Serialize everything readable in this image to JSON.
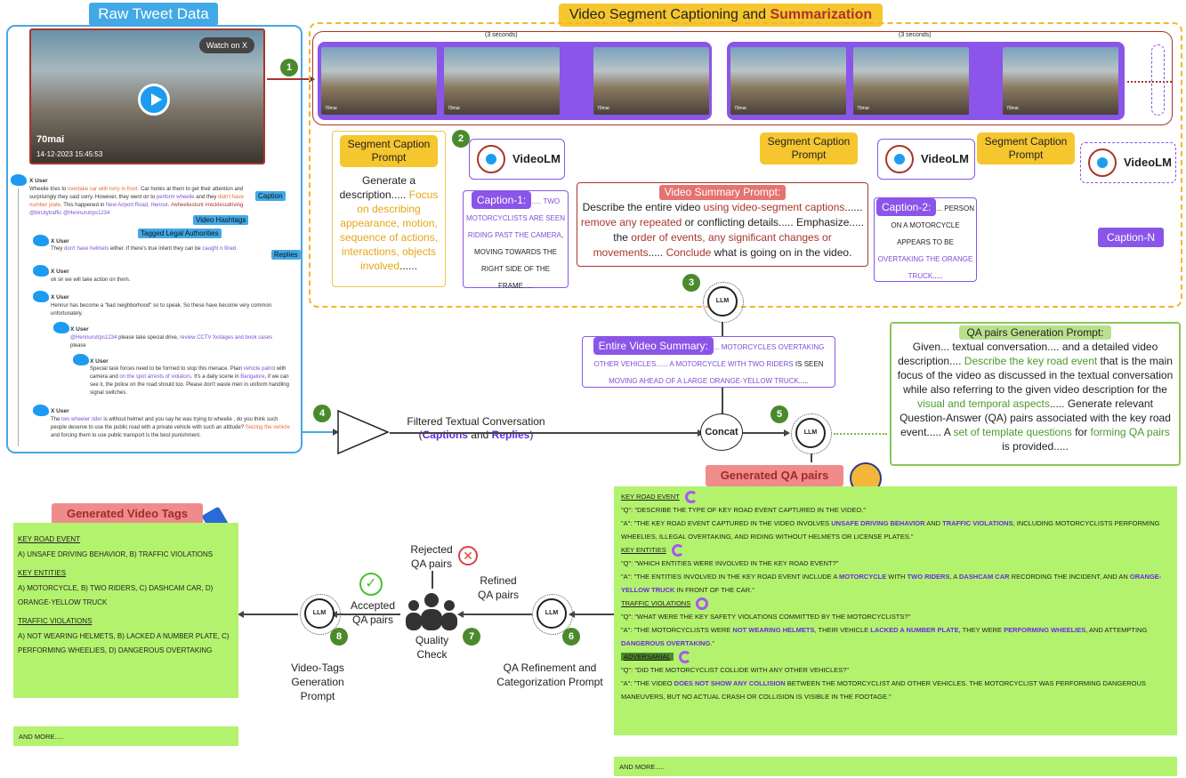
{
  "raw": {
    "title": "Raw Tweet Data",
    "watch": "Watch on X",
    "brand": "70mai",
    "stamp": "14-12-2023  15:45:53"
  },
  "tweets": {
    "u1": "X User",
    "t1a": "Wheelie tries to ",
    "t1b": "overtake car with lorry in front.",
    "t1c": " Car honks at them to get their attention and surprisingly they said sorry. However, they went on to ",
    "t1d": "perform wheelie",
    "t1e": " and they ",
    "t1f": "didn't have number plate.",
    "t1g": " This happened in ",
    "t1h": "New Airport Road, Hennur.",
    "t1i": " #wheeliestunt #recklessdriving",
    "t1j": "@blrcitytraffic @Hennurutrps1234",
    "u2": "X User",
    "t2a": "They ",
    "t2b": "don't have helmets",
    "t2c": " either. If there's true intent they can be ",
    "t2d": "caught n fined.",
    "u3": "X User",
    "t3": "ok sir we will take action on them.",
    "u4": "X User",
    "t4": "Hennur has become a \"bad neighborhood\" so to speak. So these have become very common unfortunately.",
    "u5": "X User",
    "t5a": "@Hennurutrps1234",
    "t5b": " please take special drive, ",
    "t5c": "review CCTV footages and book cases",
    "t5d": " please",
    "u6": "X User",
    "t6a": "Special task forces need to be formed to stop this menace. Plain ",
    "t6b": "vehicle patrol",
    "t6c": " with camera and ",
    "t6d": "on the spot arrests of violators.",
    "t6e": " It's a daily scene in ",
    "t6f": "Bangalore",
    "t6g": ", if we can see it, the police on the road should too. Please don't waste men in uniform handling signal switches.",
    "u7": "X User",
    "t7a": "The ",
    "t7b": "two wheeler rider",
    "t7c": " is without helmet and you say he was trying to wheelie , do you think such people deserve to use the public road with a private vehicle with such an attitude? ",
    "t7d": "Seizing the vehicle",
    "t7e": " and forcing them to use public transport is the best punishment."
  },
  "tags": {
    "caption": "Caption",
    "hashtags": "Video Hashtags",
    "legal": "Tagged Legal Authorities",
    "replies": "Replies"
  },
  "seg": {
    "title_a": "Video Segment Captioning and ",
    "title_b": "Summarization",
    "sec": "(3 seconds)"
  },
  "prompt1": {
    "h": "Segment Caption Prompt",
    "a": "Generate a description..... ",
    "b": "Focus on describing appearance, motion, sequence of actions, interactions, objects involved",
    "c": "......"
  },
  "prompt2": "Segment Caption Prompt",
  "prompt3": "Segment Caption Prompt",
  "vlm": "VideoLM",
  "cap1": {
    "h": "Caption-1:",
    "a": "..... Two motorcyclists are seen riding past the camera",
    "b": ", moving towards the right side of the frame....."
  },
  "cap2": {
    "h": "Caption-2:",
    "a": "... person on a motorcycle appears to be ",
    "b": "overtaking the orange truck",
    "c": "....."
  },
  "capN": "Caption-N",
  "vsp": {
    "h": "Video Summary Prompt:",
    "a": "Describe the entire video ",
    "b": "using video-segment captions",
    "c": "...... ",
    "d": "remove any repeated",
    "e": " or conflicting details..... Emphasize..... the ",
    "f": "order of events, any significant changes or movements",
    "g": "..... ",
    "h2": "Conclude",
    "i": " what is going on in the video."
  },
  "evs": {
    "h": "Entire Video Summary:",
    "a": "... motorcycles overtaking other vehicles...... a ",
    "b": "motorcycle with two riders",
    "c": " is seen ",
    "d": "moving ahead of a large orange-yellow truck",
    "e": "....."
  },
  "filter": {
    "a": "Filtered Textual Conversation",
    "b": "(",
    "c": "Captions",
    "d": " and ",
    "e": "Replies",
    "f": ")"
  },
  "concat": "Concat",
  "qaprompt": {
    "h": "QA pairs Generation Prompt:",
    "a": "Given... textual conversation.... and a detailed video description.... ",
    "b": "Describe the key road event",
    "c": " that is the main focus of the video as discussed in the textual conversation while also referring to the given video description for the ",
    "d": "visual and temporal aspects",
    "e": "..... Generate relevant Question-Answer (QA) pairs associated with the key road event..... A ",
    "f": "set of template questions",
    "g": " for ",
    "h2": "forming QA pairs",
    "i": " is provided....."
  },
  "qa": {
    "title": "Generated QA pairs",
    "s1": "Key Road Event",
    "q1": "\"Q\": \"Describe the type of key road event captured in the video.\"",
    "a1a": "\"A\": \"The key road event captured in the video involves ",
    "a1b": "unsafe driving behavior",
    "a1c": " and ",
    "a1d": "traffic violations",
    "a1e": ", including motorcyclists performing wheelies, illegal overtaking, and riding without helmets or license plates.\"",
    "s2": "Key Entities",
    "q2": "\"Q\": \"Which entities were involved in the key road event?\"",
    "a2a": "\"A\": \"The entities involved in the key road event include a ",
    "a2b": "motorcycle",
    "a2c": " with ",
    "a2d": "two riders",
    "a2e": ", a ",
    "a2f": "dashcam car",
    "a2g": " recording the incident, and an ",
    "a2h": "orange-yellow truck",
    "a2i": " in front of the car.\"",
    "s3": "Traffic Violations",
    "q3": "\"Q\": \"What were the key safety violations committed by the motorcyclists?\"",
    "a3a": "\"A\": \"The motorcyclists were ",
    "a3b": "not wearing helmets",
    "a3c": ", their vehicle ",
    "a3d": "lacked a number plate",
    "a3e": ", they were ",
    "a3f": "performing wheelies",
    "a3g": ", and attempting ",
    "a3h": "dangerous overtaking",
    "a3i": ".\"",
    "s4": "Adversarial",
    "q4": "\"Q\": \"Did the motorcyclist collide with any other vehicles?\"",
    "a4a": "\"A\": \"The video ",
    "a4b": "does not show any collision",
    "a4c": " between the motorcyclist and other vehicles. The motorcyclist was performing dangerous maneuvers, but no actual crash or collision is visible in the footage.\"",
    "more": "And More....."
  },
  "vt": {
    "title": "Generated Video Tags",
    "s1": "Key Road Event",
    "v1": "A) unsafe driving behavior, B) traffic violations",
    "s2": "Key Entities",
    "v2": "A) motorcycle, B) two riders, C) dashcam car, D) orange-yellow truck",
    "s3": "Traffic Violations",
    "v3": "A) not wearing helmets, B) lacked a number plate, C) performing wheelies, D) dangerous overtaking",
    "more": "And More....."
  },
  "flow": {
    "rejected": "Rejected QA pairs",
    "accepted": "Accepted QA pairs",
    "refined": "Refined QA pairs",
    "quality": "Quality Check",
    "qarefine": "QA Refinement and Categorization Prompt",
    "vtprompt": "Video-Tags Generation Prompt"
  },
  "llm": "LLM",
  "nums": [
    "1",
    "2",
    "3",
    "4",
    "5",
    "6",
    "7",
    "8"
  ]
}
